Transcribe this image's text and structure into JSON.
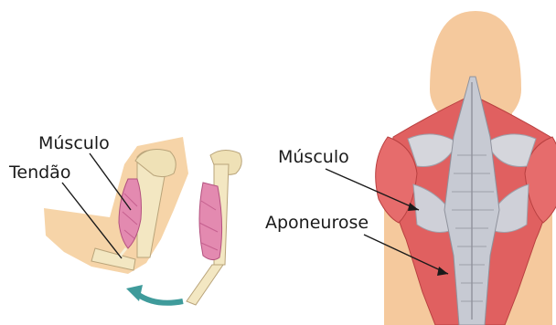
{
  "labels": {
    "arm_muscle": "Músculo",
    "arm_tendon": "Tendão",
    "back_muscle": "Músculo",
    "back_aponeurosis": "Aponeurose"
  },
  "colors": {
    "skin": "#f5c99d",
    "muscle": "#e06060",
    "muscle_dark": "#c94848",
    "muscle_pink": "#e38ab0",
    "bone": "#f3e7c2",
    "aponeurosis": "#c7cad3",
    "arrow": "#3f9b9b"
  },
  "icons": {
    "rotation_arrow": "curved-arrow-icon"
  }
}
